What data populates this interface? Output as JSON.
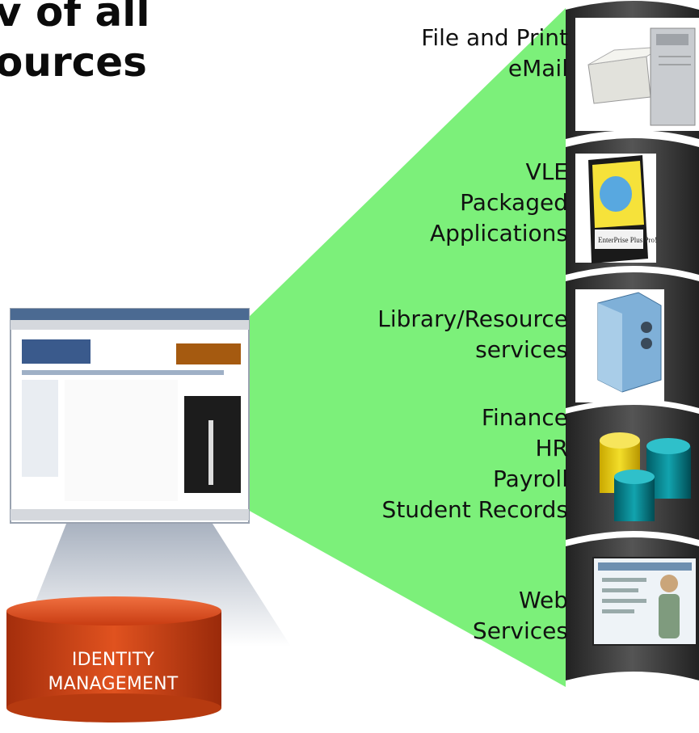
{
  "title": {
    "lines": [
      "v of all",
      "ources"
    ]
  },
  "services": [
    {
      "lines": [
        "File and Print",
        "eMail"
      ],
      "icon": "printer-server-icon"
    },
    {
      "lines": [
        "VLE",
        "Packaged",
        "Applications"
      ],
      "icon": "software-box-icon"
    },
    {
      "lines": [
        "Library/Resource",
        "services"
      ],
      "icon": "storage-cabinet-icon"
    },
    {
      "lines": [
        "Finance",
        "HR",
        "Payroll",
        "Student Records"
      ],
      "icon": "database-cylinders-icon"
    },
    {
      "lines": [
        "Web",
        "Services"
      ],
      "icon": "web-service-icon"
    }
  ],
  "identity": {
    "lines": [
      "IDENTITY",
      "MANAGEMENT"
    ]
  },
  "colors": {
    "beam": "#7cf07a",
    "identity": "#d84a1c",
    "slot": "#3a3a3a",
    "light_beam": "#b8c0cc"
  }
}
